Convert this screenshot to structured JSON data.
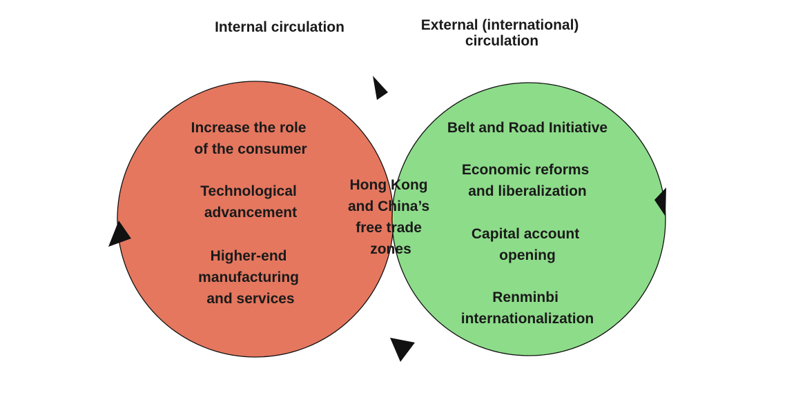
{
  "titles": {
    "internal": [
      "Internal circulation"
    ],
    "external": [
      "External (international)",
      "circulation"
    ]
  },
  "internal_items": [
    [
      "Increase the role",
      "of the consumer"
    ],
    [
      "Technological",
      "advancement"
    ],
    [
      "Higher-end",
      "manufacturing",
      "and services"
    ]
  ],
  "overlap_items": [
    [
      "Hong Kong",
      "and China’s",
      "free trade",
      "zones"
    ]
  ],
  "external_items": [
    [
      "Belt and Road Initiative"
    ],
    [
      "Economic reforms",
      "and liberalization"
    ],
    [
      "Capital account",
      "opening"
    ],
    [
      "Renminbi",
      "internationalization"
    ]
  ],
  "colors": {
    "internal": "#e5775f",
    "external": "#8ddc8a",
    "overlap": "#ead85a",
    "outline": "#111111",
    "text": "#1a1a1a"
  },
  "icons": {
    "circulation_arrow": "arrowhead-icon"
  }
}
